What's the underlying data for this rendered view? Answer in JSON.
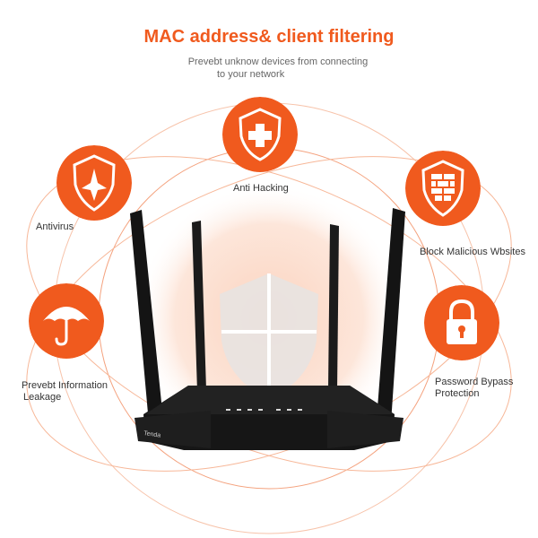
{
  "header": {
    "title": "MAC address& client filtering",
    "subtitle_line1": "Prevebt unknow devices from connecting",
    "subtitle_line2": "to your network"
  },
  "features": {
    "anti_hacking": "Anti  Hacking",
    "antivirus": "Antivirus",
    "block_malicious": "Block Malicious Wbsites",
    "prevent_leak_line1": "Prevebt Information",
    "prevent_leak_line2": "Leakage",
    "password_line1": "Password Bypass",
    "password_line2": "Protection"
  },
  "router": {
    "brand": "Tenda"
  },
  "colors": {
    "accent": "#f05a1e",
    "glow": "#fde3d6",
    "router": "#141414"
  }
}
